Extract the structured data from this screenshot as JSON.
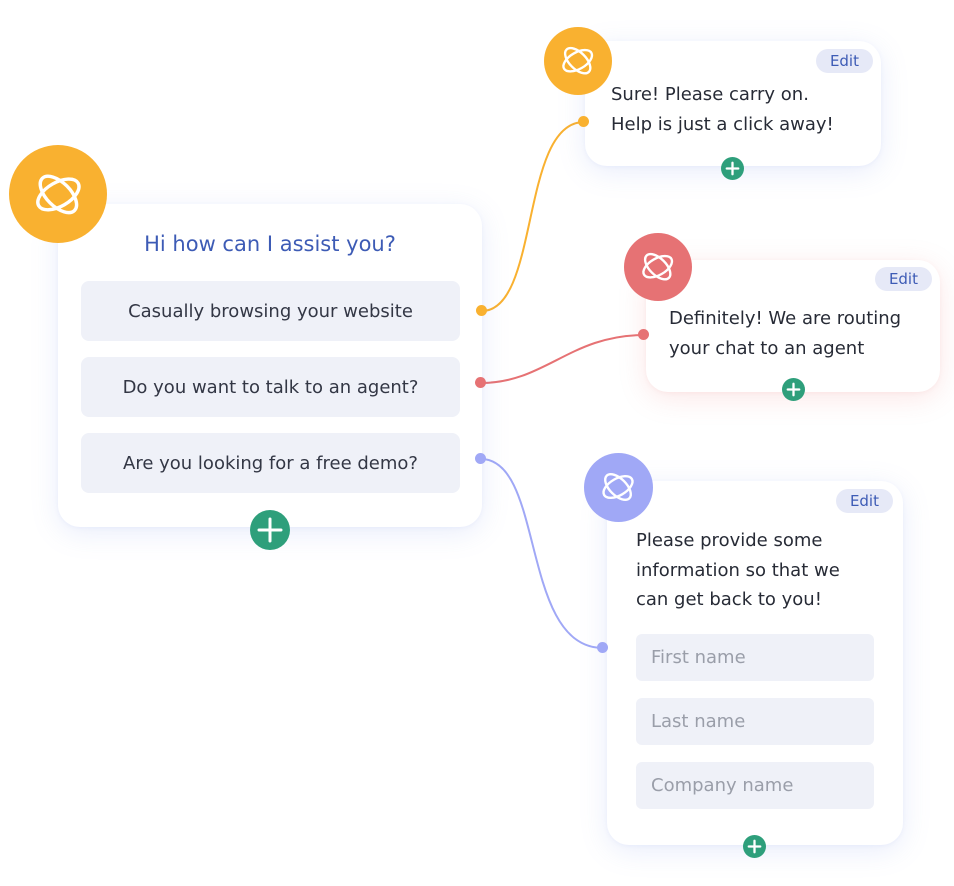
{
  "colors": {
    "orange": "#f9b130",
    "red": "#e67274",
    "purple": "#a0a8f6",
    "title_blue": "#3d5bb5",
    "add_green": "#2e9f7b",
    "option_bg": "#eff1f8"
  },
  "main_card": {
    "avatar_icon": "bot-logo-icon",
    "title": "Hi how can I assist you?",
    "options": [
      {
        "label": "Casually browsing your website",
        "connector_color": "orange"
      },
      {
        "label": "Do you want to talk to an agent?",
        "connector_color": "red"
      },
      {
        "label": "Are you looking for a free demo?",
        "connector_color": "purple"
      }
    ],
    "add_icon": "plus-icon"
  },
  "responses": [
    {
      "avatar_icon": "bot-logo-icon",
      "edit_label": "Edit",
      "lines": [
        "Sure! Please carry on.",
        "Help is just a click away!"
      ],
      "add_icon": "plus-icon"
    },
    {
      "avatar_icon": "bot-logo-icon",
      "edit_label": "Edit",
      "lines": [
        "Definitely! We are routing",
        "your chat to an agent"
      ],
      "add_icon": "plus-icon"
    },
    {
      "avatar_icon": "bot-logo-icon",
      "edit_label": "Edit",
      "lines": [
        "Please provide some",
        "information so that we",
        "can get back to you!"
      ],
      "fields": [
        {
          "placeholder": "First name",
          "value": ""
        },
        {
          "placeholder": "Last name",
          "value": ""
        },
        {
          "placeholder": "Company name",
          "value": ""
        }
      ],
      "add_icon": "plus-icon"
    }
  ]
}
